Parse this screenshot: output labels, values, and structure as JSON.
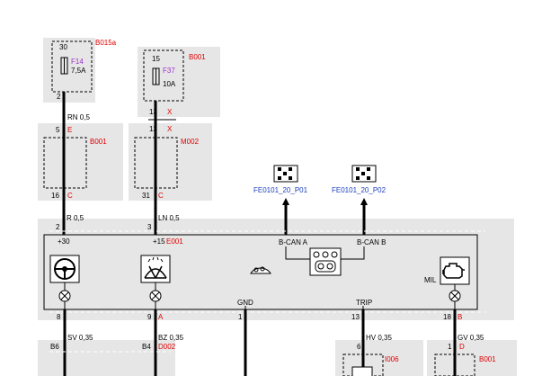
{
  "fuse_left": {
    "terminal": "30",
    "component": "B015a",
    "fuse": "F14",
    "rating": "7,5A",
    "pin": "2"
  },
  "fuse_right": {
    "terminal": "15",
    "component": "B001",
    "fuse": "F37",
    "rating": "10A"
  },
  "connector_x_top": {
    "pin": "13",
    "letter": "X"
  },
  "connector_x_bottom": {
    "pin": "13",
    "letter": "X"
  },
  "wire_rn": "RN 0,5",
  "block_b001": {
    "pin_top": "5",
    "letter_top": "E",
    "name": "B001",
    "pin_bottom": "16",
    "letter_bottom": "C"
  },
  "block_m002": {
    "name": "M002",
    "pin_bottom": "31",
    "letter_bottom": "C"
  },
  "diag_left": {
    "label": "FE0101_20_P01"
  },
  "diag_right": {
    "label": "FE0101_20_P02"
  },
  "wire_r": "R 0,5",
  "wire_ln": "LN 0,5",
  "pin2": "2",
  "pin3": "3",
  "cluster": {
    "plus30": "+30",
    "plus15": "+15",
    "component": "E001",
    "bcan_a": "B-CAN A",
    "bcan_b": "B-CAN B",
    "gnd": "GND",
    "trip": "TRIP",
    "mil": "MIL"
  },
  "bottom_pins": {
    "p8": "8",
    "p9": "9",
    "p9_letter": "A",
    "p1": "1",
    "p13": "13",
    "p18": "18",
    "p18_letter": "B"
  },
  "lower_wires": {
    "sv": "SV 0,35",
    "bz": "BZ 0,35",
    "hv": "HV 0,35",
    "gv": "GV 0,35"
  },
  "lower_conn": {
    "b6": "B6",
    "b4": "B4",
    "b4_comp": "D002",
    "p6": "6",
    "i006": "I006",
    "p1": "1",
    "p1_letter": "D",
    "b001": "B001"
  },
  "colors": {
    "component_red": "#e00000",
    "fuse_purple": "#9933cc",
    "diag_blue": "#1a3fbf",
    "panel_grey": "#e6e6e6"
  },
  "icons": [
    "fuse-icon",
    "steering-wheel-icon",
    "wiper-washer-icon",
    "warning-lamp-icon",
    "gauge-icon",
    "engine-icon",
    "diagnostic-connector-icon"
  ]
}
